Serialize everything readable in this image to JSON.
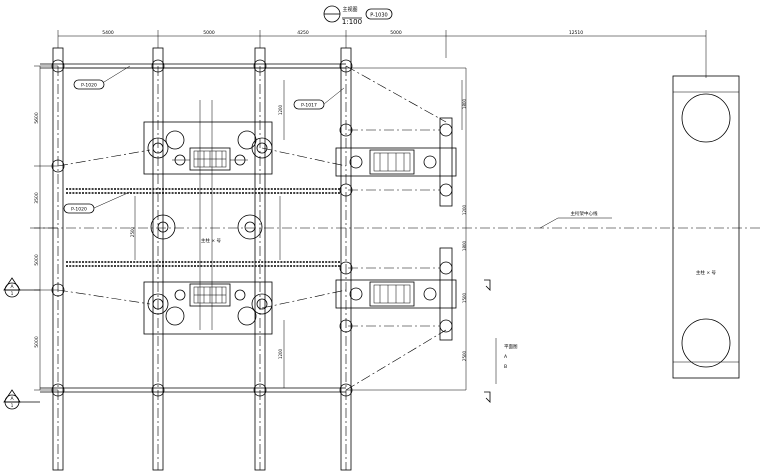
{
  "title": {
    "view_label": "主视图",
    "scale": "1:100",
    "ref": "P-1030"
  },
  "dimensions": {
    "top": [
      "5400",
      "5000",
      "4250",
      "5000",
      "12510"
    ],
    "left": [
      "5600",
      "3500",
      "5000",
      "5000"
    ],
    "inner": [
      "1200",
      "1200",
      "2500",
      "1800",
      "1200",
      "1800",
      "1500",
      "2500"
    ]
  },
  "tags": {
    "p1": "P-1020",
    "p2": "P-1017",
    "p3": "P-1020"
  },
  "labels": {
    "center_block": "主柱 × 号",
    "right_block": "主柱 × 号",
    "centerline": "主桁架中心线",
    "side_note": [
      "平面图",
      "A",
      "B"
    ]
  },
  "sections": {
    "top": "A",
    "top_sub": "1",
    "bottom": "A",
    "bottom_sub": "1"
  }
}
